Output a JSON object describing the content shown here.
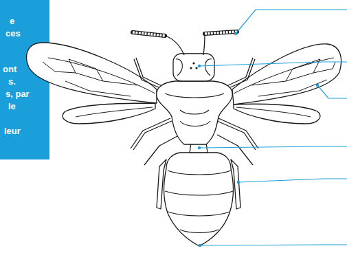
{
  "diagram": {
    "labels": [
      "e",
      "ces",
      "ont",
      "s.",
      "s, par",
      "le",
      "leur"
    ]
  }
}
